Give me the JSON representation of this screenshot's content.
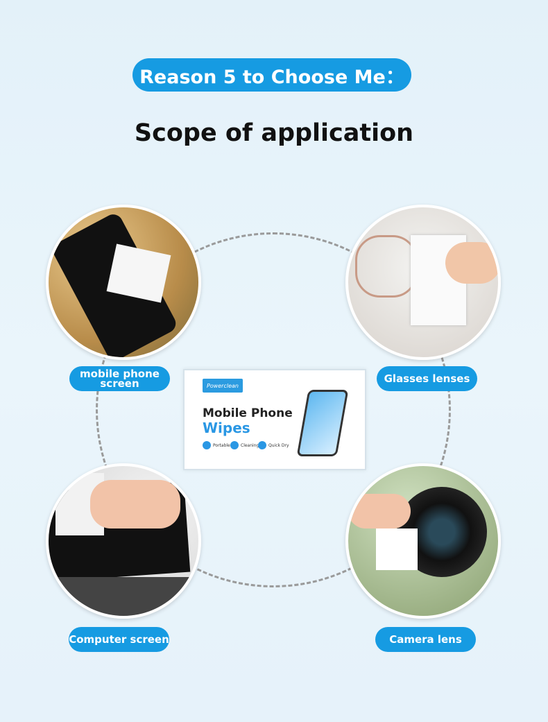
{
  "header": {
    "reason_label": "Reason 5 to Choose Me：",
    "heading": "Scope of application"
  },
  "uses": [
    {
      "label": "mobile phone screen"
    },
    {
      "label": "Glasses lenses"
    },
    {
      "label": "Computer screen"
    },
    {
      "label": "Camera lens"
    }
  ],
  "package": {
    "brand": "Powerclean",
    "title_line1": "Mobile Phone",
    "title_line2": "Wipes",
    "features": [
      "Portable",
      "Cleaning",
      "Quick Dry"
    ]
  },
  "colors": {
    "accent": "#169be2"
  }
}
